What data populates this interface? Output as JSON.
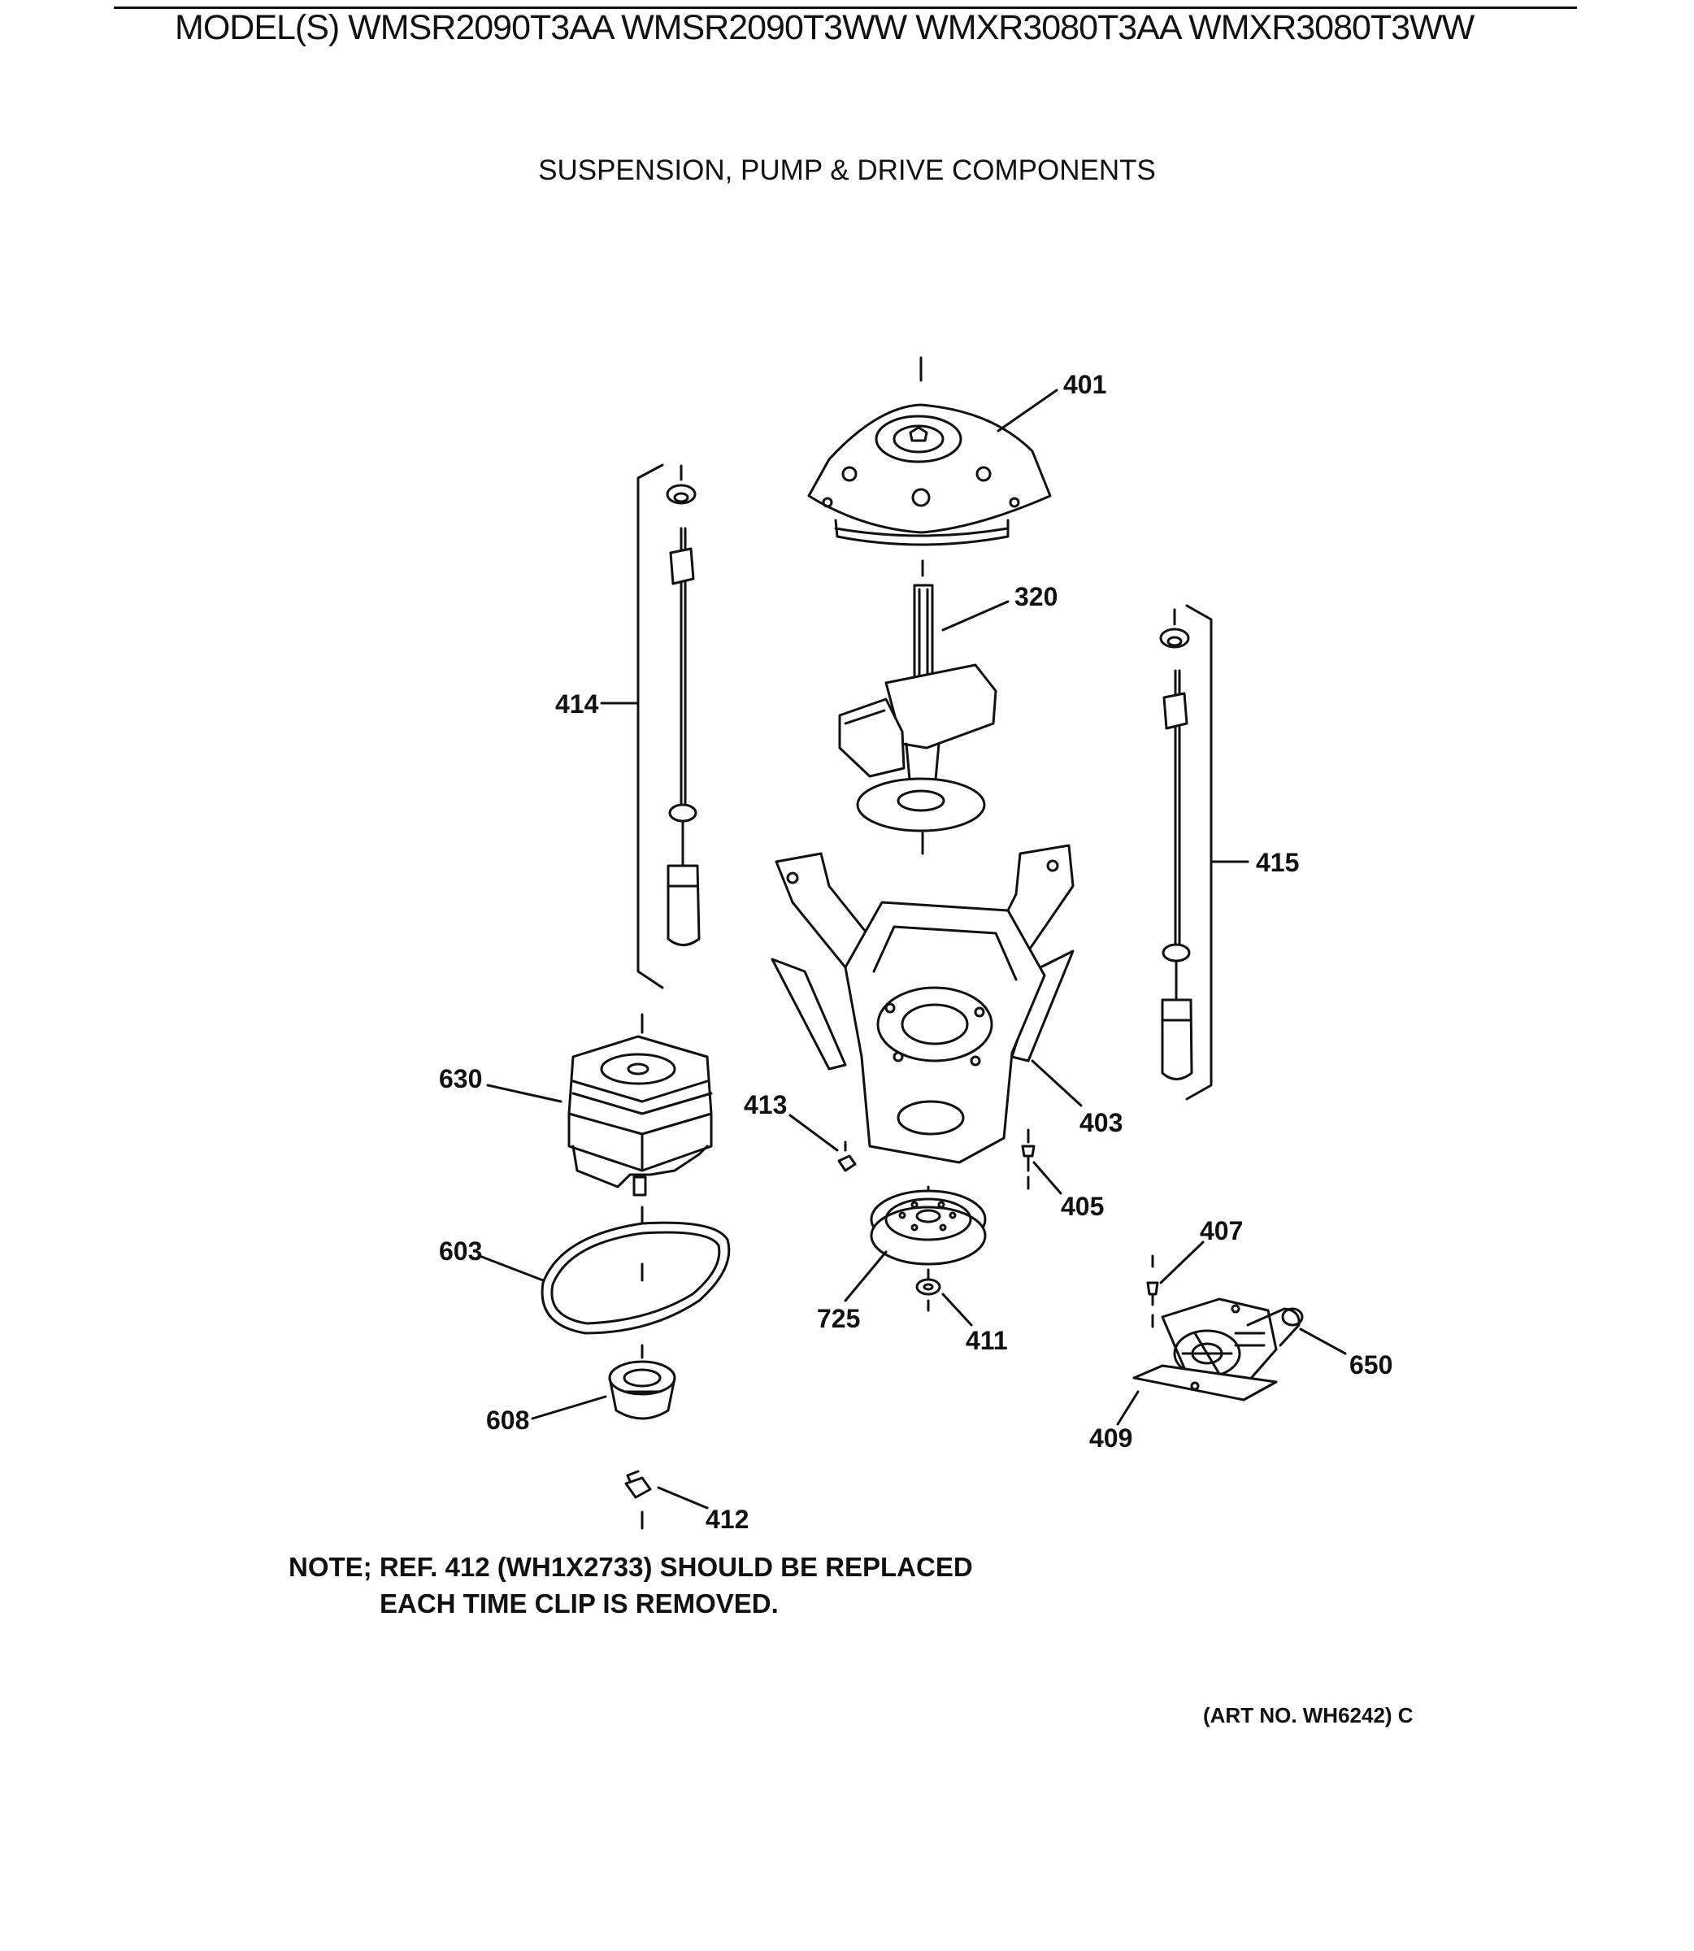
{
  "header": {
    "models": "MODEL(S) WMSR2090T3AA  WMSR2090T3WW  WMXR3080T3AA  WMXR3080T3WW"
  },
  "section_title": "SUSPENSION, PUMP & DRIVE COMPONENTS",
  "callouts": {
    "c401": "401",
    "c320": "320",
    "c414": "414",
    "c415": "415",
    "c403": "403",
    "c630": "630",
    "c413": "413",
    "c405": "405",
    "c407": "407",
    "c603": "603",
    "c725": "725",
    "c411": "411",
    "c650": "650",
    "c608": "608",
    "c409": "409",
    "c412": "412"
  },
  "note": {
    "line1": "NOTE; REF. 412 (WH1X2733) SHOULD BE REPLACED",
    "line2": "EACH TIME CLIP IS REMOVED."
  },
  "art_no": "(ART NO. WH6242) C"
}
